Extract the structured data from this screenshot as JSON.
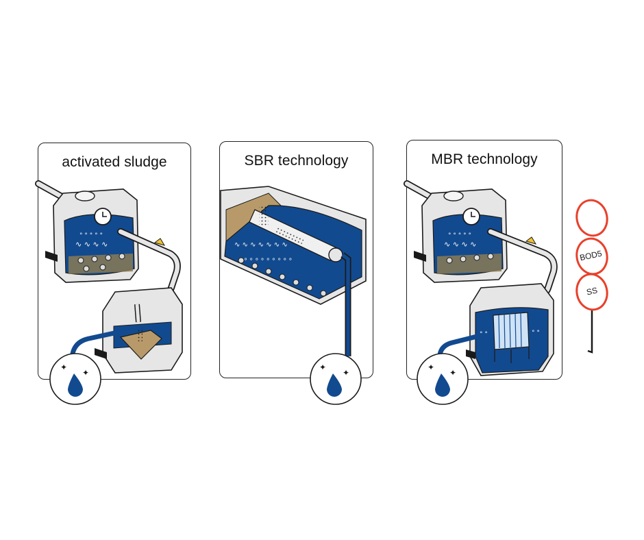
{
  "panels": [
    {
      "title": "activated sludge"
    },
    {
      "title": "SBR technology"
    },
    {
      "title": "MBR technology"
    }
  ],
  "indicators": [
    {
      "label": ""
    },
    {
      "label": "BOD5"
    },
    {
      "label": "SS"
    }
  ],
  "colors": {
    "water_blue": "#124a8f",
    "tank_gray": "#e6e6e6",
    "sludge_brown": "#b89a6a",
    "arrow_yellow": "#f2c230",
    "indicator_red": "#e8412c",
    "outline": "#1a1a1a"
  }
}
